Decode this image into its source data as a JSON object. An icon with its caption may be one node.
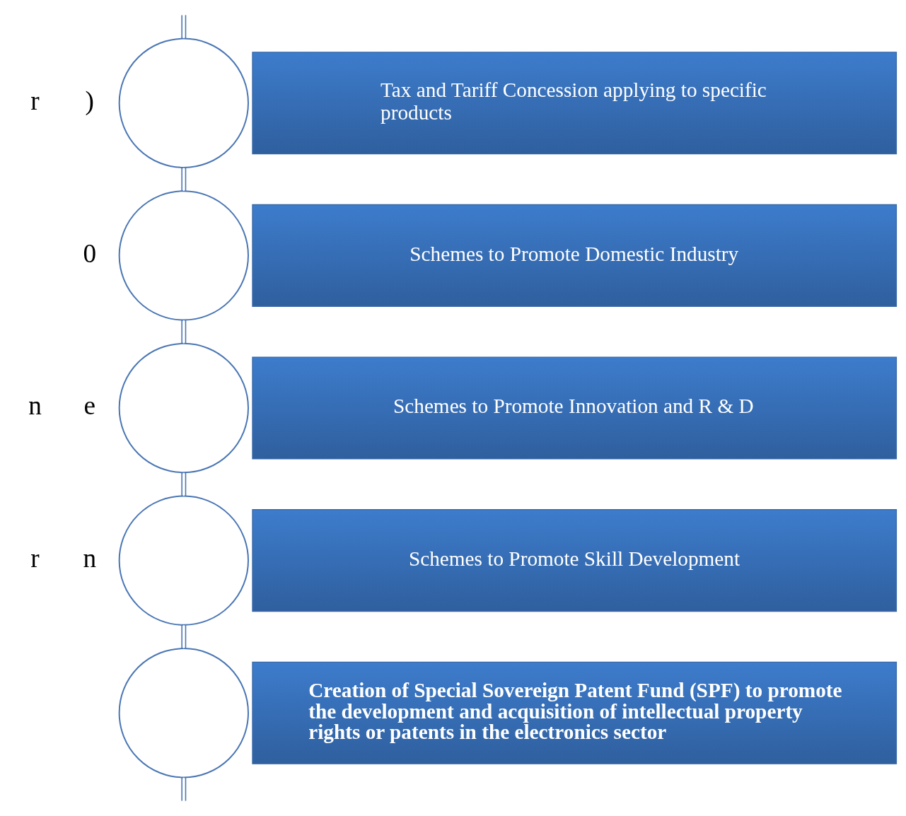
{
  "diagram": {
    "nodes": [
      {
        "text": [],
        "shape": "circle"
      },
      {
        "text": [
          "Tax and Tariff Concession applying to specific products"
        ]
      },
      {
        "text": [],
        "shape": "circle"
      },
      {
        "text": [
          "Schemes to Promote Domestic Industry"
        ]
      },
      {
        "text": [],
        "shape": "circle"
      },
      {
        "text": [
          "Schemes to Promote Innovation and R & D"
        ]
      },
      {
        "text": [],
        "shape": "circle"
      },
      {
        "text": [
          "Schemes to Promote Skill Development"
        ]
      },
      {
        "text": [],
        "shape": "circle"
      },
      {
        "text": [
          "Creation of Special Sovereign Patent Fund (SPF) to promote the development and acquisition of intellectual property rights or patents in the electronics sector"
        ]
      }
    ],
    "edges": [
      {
        "from": null,
        "to": 0,
        "arrow": "none"
      },
      {
        "from": 0,
        "to": 2,
        "arrow": "none"
      },
      {
        "from": 2,
        "to": 4,
        "arrow": "none"
      },
      {
        "from": 4,
        "to": 6,
        "arrow": "none"
      },
      {
        "from": 6,
        "to": 8,
        "arrow": "none"
      },
      {
        "from": 8,
        "to": null,
        "arrow": "none"
      }
    ],
    "labels": [
      ")",
      "r",
      "0",
      "e",
      "n",
      "n",
      "r"
    ]
  }
}
